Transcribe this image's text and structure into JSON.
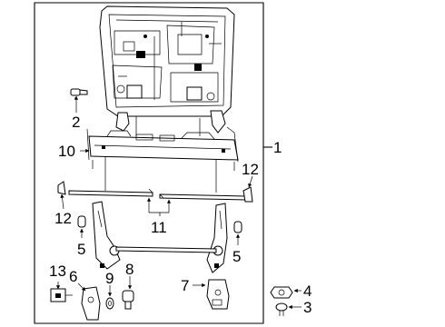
{
  "callouts": {
    "c1": "1",
    "c2": "2",
    "c3": "3",
    "c4": "4",
    "c5_left": "5",
    "c5_right": "5",
    "c6": "6",
    "c7": "7",
    "c8": "8",
    "c9": "9",
    "c10": "10",
    "c11": "11",
    "c12_left": "12",
    "c12_right": "12",
    "c13": "13"
  },
  "colors": {
    "line": "#000000",
    "background": "#ffffff"
  }
}
